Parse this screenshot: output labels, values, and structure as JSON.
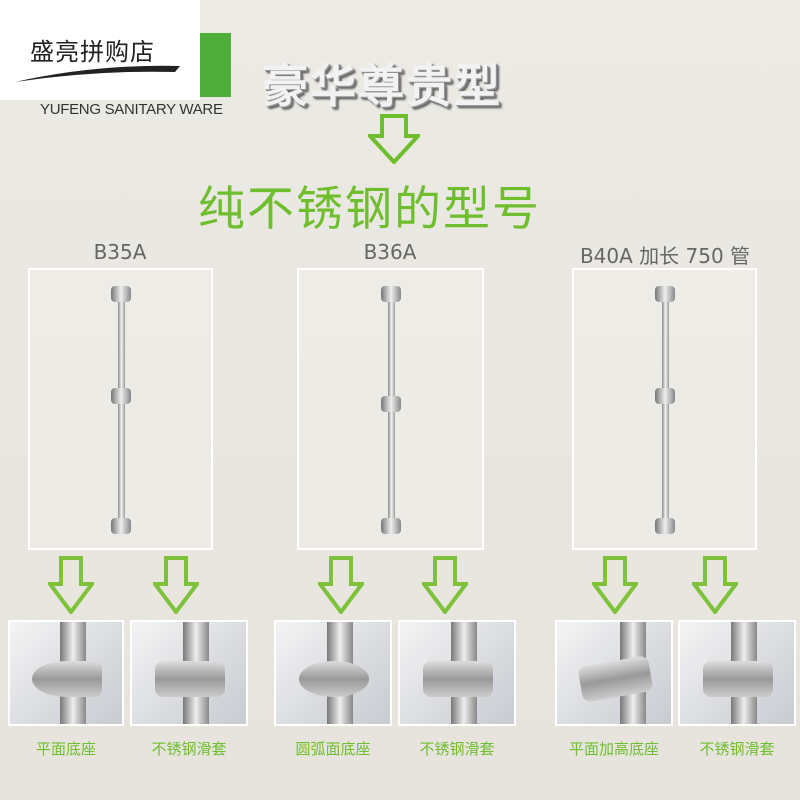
{
  "watermark": {
    "text": "盛亮拼购店"
  },
  "brand": {
    "name": "YUFENG SANITARY WARE"
  },
  "title": "豪华尊贵型",
  "subtitle": "纯不锈钢的型号",
  "accent_color": "#6fbe2e",
  "models": [
    {
      "label": "B35A",
      "parts": [
        "平面底座",
        "不锈钢滑套"
      ]
    },
    {
      "label": "B36A",
      "parts": [
        "圆弧面底座",
        "不锈钢滑套"
      ]
    },
    {
      "label": "B40A 加长 750 管",
      "parts": [
        "平面加高底座",
        "不锈钢滑套"
      ]
    }
  ]
}
